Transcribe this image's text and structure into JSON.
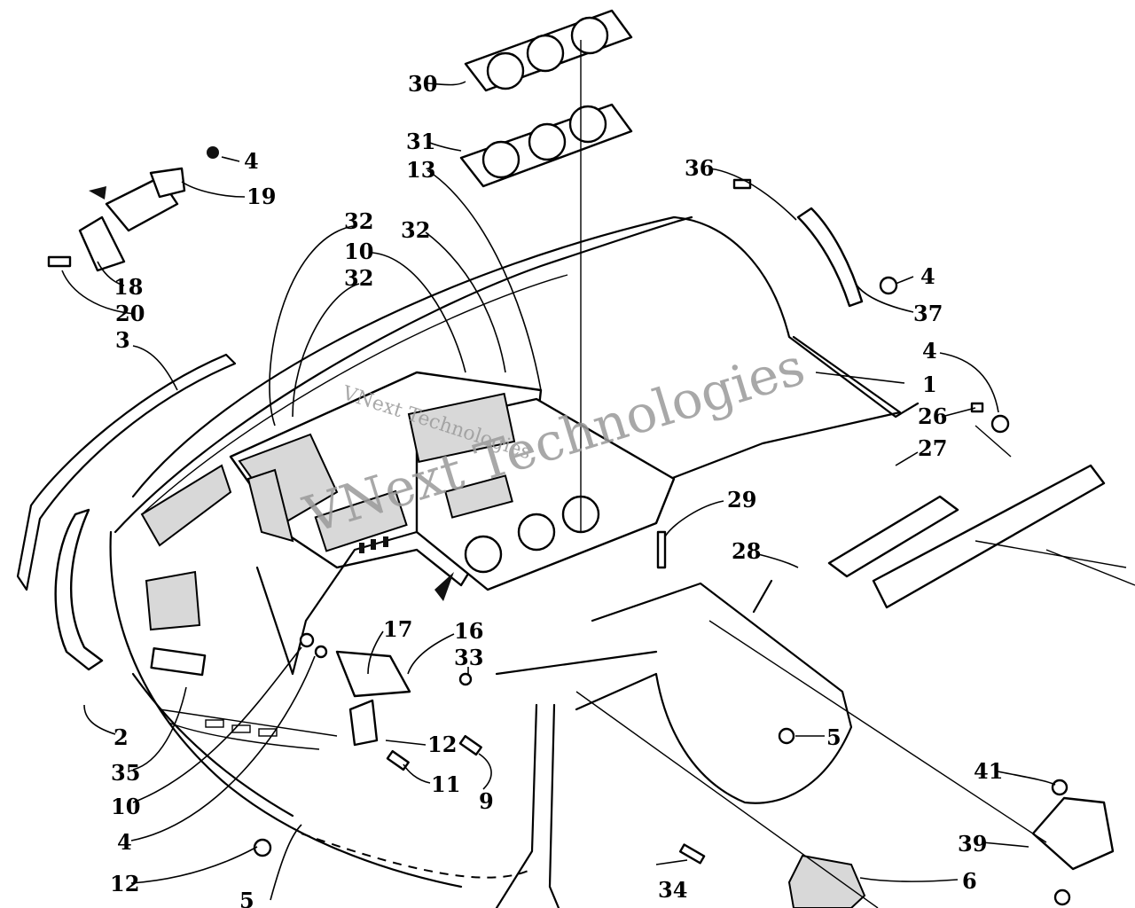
{
  "watermark": {
    "text_large": "VNext Technologies",
    "text_small": "VNext Technologies"
  },
  "callouts": [
    {
      "id": "c30",
      "label": "30"
    },
    {
      "id": "c31",
      "label": "31"
    },
    {
      "id": "c13",
      "label": "13"
    },
    {
      "id": "c36",
      "label": "36"
    },
    {
      "id": "c4a",
      "label": "4"
    },
    {
      "id": "c19",
      "label": "19"
    },
    {
      "id": "c18",
      "label": "18"
    },
    {
      "id": "c20",
      "label": "20"
    },
    {
      "id": "c3",
      "label": "3"
    },
    {
      "id": "c32a",
      "label": "32"
    },
    {
      "id": "c10a",
      "label": "10"
    },
    {
      "id": "c32b",
      "label": "32"
    },
    {
      "id": "c32c",
      "label": "32"
    },
    {
      "id": "c4b",
      "label": "4"
    },
    {
      "id": "c37",
      "label": "37"
    },
    {
      "id": "c1",
      "label": "1"
    },
    {
      "id": "c4c",
      "label": "4"
    },
    {
      "id": "c26",
      "label": "26"
    },
    {
      "id": "c27",
      "label": "27"
    },
    {
      "id": "c29",
      "label": "29"
    },
    {
      "id": "c28",
      "label": "28"
    },
    {
      "id": "c17",
      "label": "17"
    },
    {
      "id": "c16",
      "label": "16"
    },
    {
      "id": "c33",
      "label": "33"
    },
    {
      "id": "c5a",
      "label": "5"
    },
    {
      "id": "c2",
      "label": "2"
    },
    {
      "id": "c35",
      "label": "35"
    },
    {
      "id": "c10b",
      "label": "10"
    },
    {
      "id": "c4d",
      "label": "4"
    },
    {
      "id": "c12a",
      "label": "12"
    },
    {
      "id": "c11",
      "label": "11"
    },
    {
      "id": "c9",
      "label": "9"
    },
    {
      "id": "c12b",
      "label": "12"
    },
    {
      "id": "c5b",
      "label": "5"
    },
    {
      "id": "c34",
      "label": "34"
    },
    {
      "id": "c6",
      "label": "6"
    },
    {
      "id": "c41",
      "label": "41"
    },
    {
      "id": "c39",
      "label": "39"
    }
  ]
}
